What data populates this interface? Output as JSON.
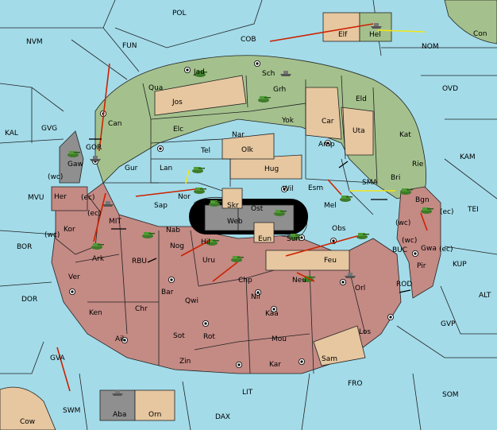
{
  "map": {
    "colors": {
      "sea": "#a3dbe9",
      "green": "#a4c18d",
      "red": "#c48a84",
      "tan": "#e6c7a0",
      "grey": "#8f8f8f",
      "neutral_land": "#e2ddd0",
      "coast_land": "#ecead2",
      "order_red": "#cc2200",
      "order_yellow": "#f2e61a"
    },
    "sea_labels": {
      "pol": "POL",
      "cob": "COB",
      "fun": "FUN",
      "nvm": "NVM",
      "nom": "NOM",
      "con": "Con",
      "ovd": "OVD",
      "kal": "KAL",
      "gvg": "GVG",
      "kam": "KAM",
      "mvu": "MVU",
      "tei": "TEI",
      "bor": "BOR",
      "kup": "KUP",
      "dor": "DOR",
      "alt": "ALT",
      "gvp": "GVP",
      "gva": "GVA",
      "fro": "FRO",
      "som": "SOM",
      "swm": "SWM",
      "lit": "LIT",
      "dax": "DAX",
      "cow": "Cow",
      "gor": "GOR",
      "mit": "MIT",
      "rbu": "RBU",
      "sma": "SMA",
      "buc": "BUC",
      "rod": "ROD"
    },
    "land_labels": {
      "elf": "Elf",
      "hel": "Hel",
      "jad": "Jad",
      "sch": "Sch",
      "qua": "Qua",
      "jos": "Jos",
      "grh": "Grh",
      "eld": "Eld",
      "can": "Can",
      "yok": "Yok",
      "car": "Car",
      "uta": "Uta",
      "kat": "Kat",
      "elc": "Elc",
      "nar": "Nar",
      "tel": "Tel",
      "olk": "Olk",
      "amp": "Amp",
      "rie": "Rie",
      "gaw": "Gaw",
      "gur": "Gur",
      "lan": "Lan",
      "hug": "Hug",
      "bri": "Bri",
      "nor": "Nor",
      "skr": "Skr",
      "wil": "Wil",
      "esm": "Esm",
      "her": "Her",
      "sap": "Sap",
      "web": "Web",
      "ost": "Ost",
      "mel": "Mel",
      "kor": "Kor",
      "nab": "Nab",
      "bgn": "Bgn",
      "eun": "Eun",
      "sun": "Sun",
      "obs": "Obs",
      "gwa": "Gwa",
      "ark": "Ark",
      "nog": "Nog",
      "hil": "Hil",
      "uru": "Uru",
      "feu": "Feu",
      "pir": "Pir",
      "chp": "Chp",
      "neu": "Neu",
      "ver": "Ver",
      "bar": "Bar",
      "qwi": "Qwi",
      "nil": "Nil",
      "orl": "Orl",
      "ken": "Ken",
      "chr": "Chr",
      "kaa": "Kaa",
      "los": "Los",
      "ail": "Ail",
      "sot": "Sot",
      "rot": "Rot",
      "mou": "Mou",
      "zin": "Zin",
      "kar": "Kar",
      "sam": "Sam",
      "aba": "Aba",
      "orn": "Orn"
    },
    "coast_labels": {
      "her_wc": "(wc)",
      "her_ec": "(ec)",
      "kor_ec": "(ec)",
      "kor_wc": "(wc)",
      "bgn_wc": "(wc)",
      "bgn_ec": "(ec)",
      "gwa_wc": "(wc)",
      "gwa_ec": "(ec)"
    }
  }
}
